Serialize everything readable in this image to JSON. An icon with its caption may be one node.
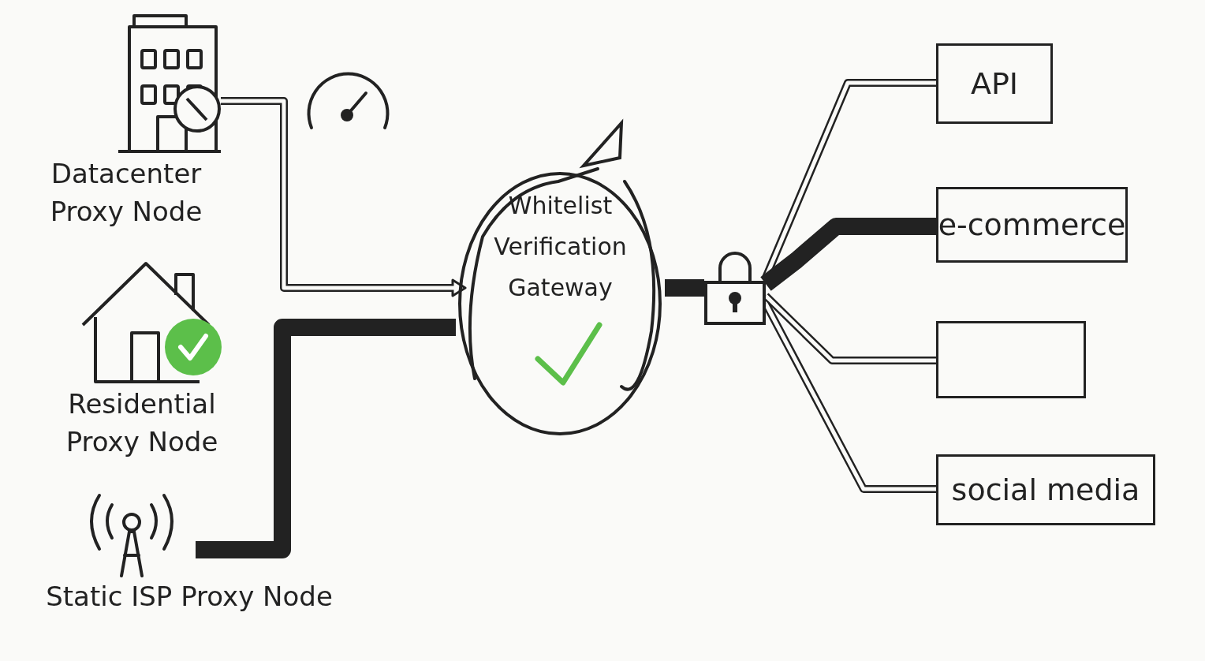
{
  "diagram": {
    "nodes": [
      {
        "text": [
          "Datacenter Proxy Node"
        ]
      },
      {
        "text": [
          "Residential Proxy Node"
        ]
      },
      {
        "text": [
          "Static ISP Proxy Node"
        ]
      },
      {
        "text": [
          "Whitelist Verification Gateway"
        ]
      },
      {
        "text": [],
        "shape": "lock"
      },
      {
        "text": [
          "API"
        ]
      },
      {
        "text": [
          "e-commerce"
        ]
      },
      {
        "text": [],
        "shape": "box"
      },
      {
        "text": [
          "social media"
        ]
      }
    ],
    "edges": [
      {
        "from": 0,
        "to": 3,
        "arrow": "to"
      },
      {
        "from": 2,
        "to": 3,
        "arrow": "none",
        "style": "thick"
      },
      {
        "from": 3,
        "to": 4,
        "arrow": "none",
        "style": "thick"
      },
      {
        "from": 4,
        "to": 5,
        "arrow": "none"
      },
      {
        "from": 4,
        "to": 6,
        "arrow": "none",
        "style": "thick"
      },
      {
        "from": 4,
        "to": 7,
        "arrow": "none"
      },
      {
        "from": 4,
        "to": 8,
        "arrow": "none"
      }
    ]
  }
}
